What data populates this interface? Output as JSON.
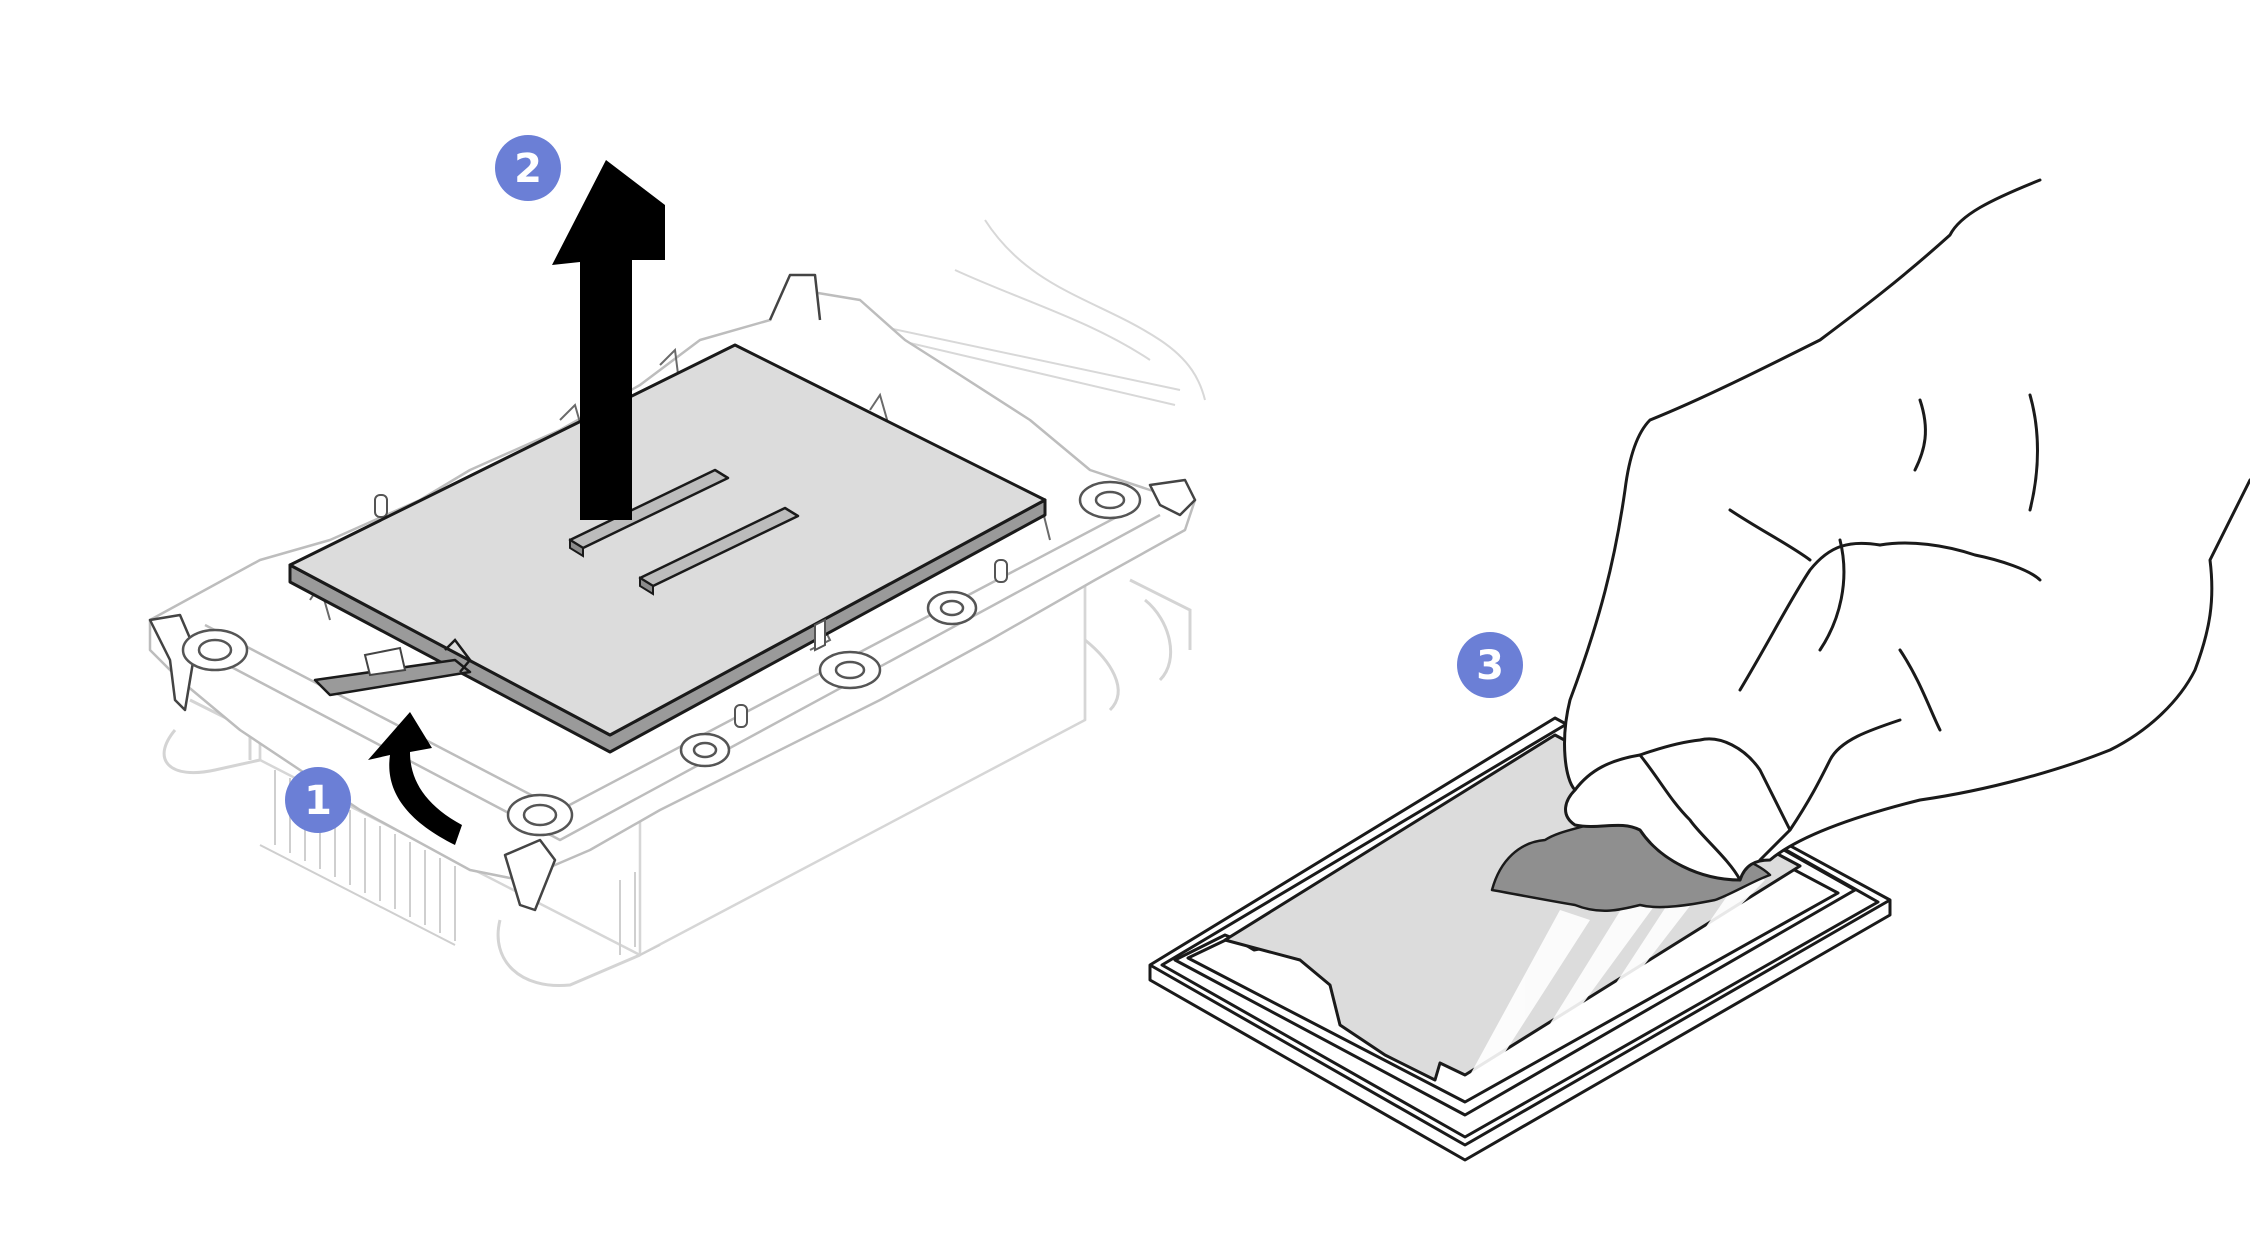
{
  "colors": {
    "background": "#ffffff",
    "line_dark": "#1a1a1a",
    "line_light": "#c9c9c9",
    "line_faint": "#dedede",
    "plate_fill": "#dcdcdc",
    "cloth_fill": "#8f8f8f",
    "arrow_fill": "#000000",
    "callout_fill": "#6b7fd6",
    "callout_text": "#ffffff"
  },
  "callouts": [
    {
      "id": "step-1",
      "label": "1"
    },
    {
      "id": "step-2",
      "label": "2"
    },
    {
      "id": "step-3",
      "label": "3"
    }
  ],
  "icons": {
    "lift_arrow": "arrow-up-icon",
    "release_arrow": "curved-arrow-up-icon",
    "hand": "hand-icon",
    "cloth": "cleaning-cloth-icon"
  }
}
